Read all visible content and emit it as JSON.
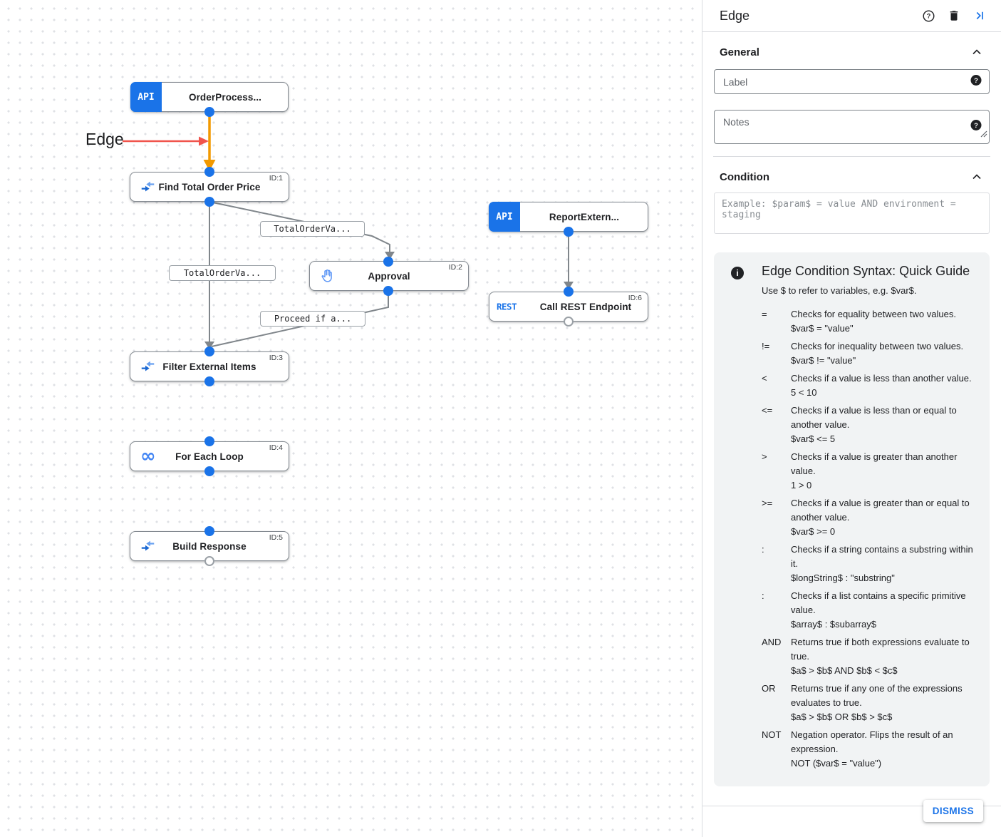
{
  "canvas": {
    "annotation": "Edge",
    "badges": {
      "api": "API",
      "rest": "REST"
    },
    "nodes": [
      {
        "title": "OrderProcess...",
        "id_label": ""
      },
      {
        "title": "Find Total Order Price",
        "id_label": "ID:1"
      },
      {
        "title": "Approval",
        "id_label": "ID:2"
      },
      {
        "title": "Filter External Items",
        "id_label": "ID:3"
      },
      {
        "title": "For Each Loop",
        "id_label": "ID:4"
      },
      {
        "title": "Build Response",
        "id_label": "ID:5"
      },
      {
        "title": "ReportExtern...",
        "id_label": ""
      },
      {
        "title": "Call REST Endpoint",
        "id_label": "ID:6"
      }
    ],
    "edge_labels": [
      "TotalOrderVa...",
      "TotalOrderVa...",
      "Proceed if a..."
    ]
  },
  "panel": {
    "title": "Edge",
    "general": {
      "title": "General",
      "label_placeholder": "Label",
      "notes_placeholder": "Notes"
    },
    "condition": {
      "title": "Condition",
      "placeholder": "Example: $param$ = value AND environment = staging"
    },
    "guide": {
      "title": "Edge Condition Syntax: Quick Guide",
      "subtitle": "Use $ to refer to variables, e.g. $var$.",
      "rows": [
        {
          "op": "=",
          "desc": "Checks for equality between two values.",
          "example": "$var$ = \"value\""
        },
        {
          "op": "!=",
          "desc": "Checks for inequality between two values.",
          "example": "$var$ != \"value\""
        },
        {
          "op": "<",
          "desc": "Checks if a value is less than another value.",
          "example": "5 < 10"
        },
        {
          "op": "<=",
          "desc": "Checks if a value is less than or equal to another value.",
          "example": "$var$ <= 5"
        },
        {
          "op": ">",
          "desc": "Checks if a value is greater than another value.",
          "example": "1 > 0"
        },
        {
          "op": ">=",
          "desc": "Checks if a value is greater than or equal to another value.",
          "example": "$var$ >= 0"
        },
        {
          "op": ":",
          "desc": "Checks if a string contains a substring within it.",
          "example": "$longString$ : \"substring\""
        },
        {
          "op": ":",
          "desc": "Checks if a list contains a specific primitive value.",
          "example": "$array$ : $subarray$"
        },
        {
          "op": "AND",
          "desc": "Returns true if both expressions evaluate to true.",
          "example": "$a$ > $b$ AND $b$ < $c$"
        },
        {
          "op": "OR",
          "desc": "Returns true if any one of the expressions evaluates to true.",
          "example": "$a$ > $b$ OR $b$ > $c$"
        },
        {
          "op": "NOT",
          "desc": "Negation operator. Flips the result of an expression.",
          "example": "NOT ($var$ = \"value\")"
        }
      ]
    },
    "dismiss_label": "DISMISS"
  },
  "colors": {
    "accent_blue": "#1a73e8",
    "selected_edge_orange": "#f29900",
    "annotation_red": "#f0544c",
    "edge_grey": "#80868b",
    "guide_background": "#f1f3f4"
  }
}
